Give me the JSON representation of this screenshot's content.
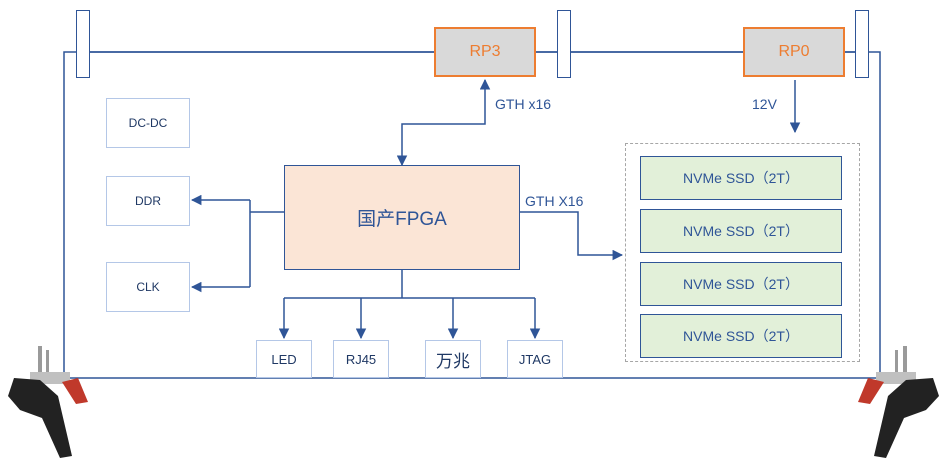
{
  "colors": {
    "line": "#2f5597",
    "rp_border": "#ed7d31",
    "fpga_fill": "#fbe5d6",
    "ssd_fill": "#e2f0d9"
  },
  "power": {
    "dcdc": "DC-DC"
  },
  "memory": {
    "ddr": "DDR",
    "clk": "CLK"
  },
  "fpga": {
    "label": "国产FPGA"
  },
  "connectors": {
    "rp3": "RP3",
    "rp0": "RP0"
  },
  "links": {
    "gth_up": "GTH x16",
    "gth_right": "GTH X16",
    "voltage": "12V"
  },
  "ssds": [
    "NVMe SSD（2T）",
    "NVMe SSD（2T）",
    "NVMe SSD（2T）",
    "NVMe SSD（2T）"
  ],
  "io": {
    "led": "LED",
    "rj45": "RJ45",
    "gige": "万兆",
    "jtag": "JTAG"
  }
}
